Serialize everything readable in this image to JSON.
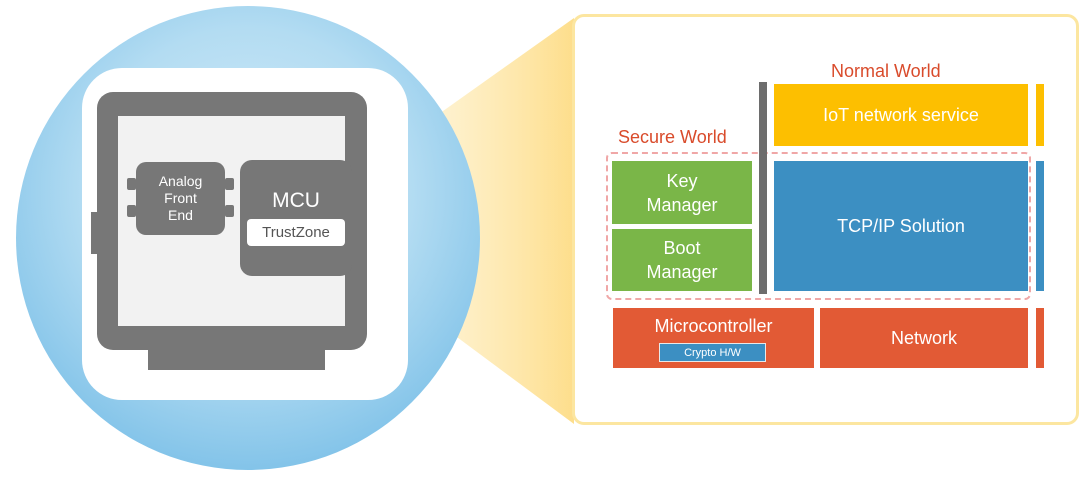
{
  "device": {
    "afe_lines": [
      "Analog",
      "Front",
      "End"
    ],
    "mcu_label": "MCU",
    "trustzone_label": "TrustZone"
  },
  "architecture": {
    "normal_world_label": "Normal World",
    "secure_world_label": "Secure World",
    "blocks": {
      "iot_network_service": "IoT network service",
      "key_manager_lines": [
        "Key",
        "Manager"
      ],
      "boot_manager_lines": [
        "Boot",
        "Manager"
      ],
      "tcp_ip_solution": "TCP/IP Solution",
      "microcontroller": "Microcontroller",
      "crypto_hw": "Crypto H/W",
      "network": "Network"
    }
  },
  "colors": {
    "secure_green": "#7ab648",
    "iot_yellow": "#fdbf00",
    "tcp_blue": "#3c8fc2",
    "hardware_red": "#e25a35",
    "world_label_red": "#d94b2b",
    "device_gray": "#777777",
    "circle_blue": "#7ec1e8"
  }
}
